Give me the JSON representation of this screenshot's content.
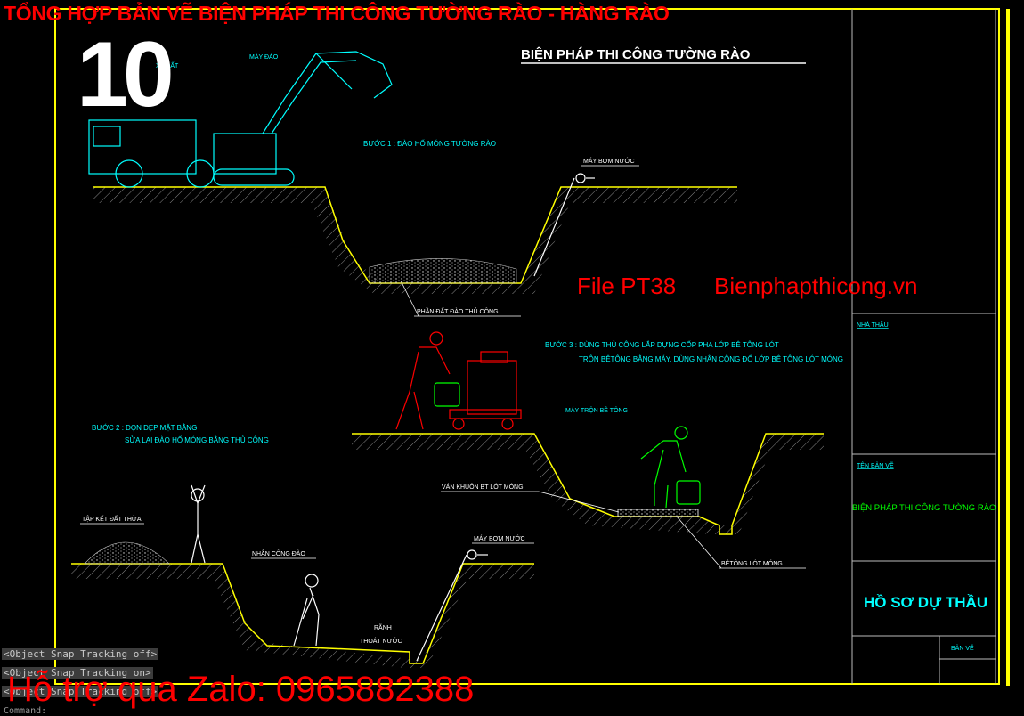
{
  "banner": {
    "title": "TỔNG HỢP BẢN VẼ BIỆN PHÁP THI CÔNG TƯỜNG RÀO - HÀNG RÀO",
    "number": "10",
    "file": "File PT38",
    "website": "Bienphapthicong.vn",
    "zalo": "Hỗ trợ qua Zalo: 0965882388"
  },
  "drawing": {
    "title": "BIỆN PHÁP THI CÔNG TƯỜNG RÀO",
    "labels": {
      "excavator": "MÁY ĐÀO",
      "dump_truck": "XE ĐẤT",
      "step1": "BƯỚC 1 : ĐÀO HỐ MÓNG TƯỜNG RÀO",
      "pump1": "MÁY BƠM NƯỚC",
      "manual_dig": "PHẦN ĐẤT ĐÀO THỦ CÔNG",
      "step3_line1": "BƯỚC 3 : DÙNG THỦ CÔNG LẮP DỰNG CỐP PHA LỚP BÊ TÔNG LÓT",
      "step3_line2": "TRỘN BÊTÔNG BẰNG MÁY, DÙNG NHÂN CÔNG ĐỔ LỚP BÊ TÔNG LÓT MÓNG",
      "mixer": "MÁY TRỘN BÊ TÔNG",
      "step2_line1": "BƯỚC 2 : DỌN DẸP MẶT BẰNG",
      "step2_line2": "SỬA LẠI ĐÀO HỐ MÓNG BẰNG THỦ CÔNG",
      "formwork": "VÁN KHUÔN BT LÓT MÓNG",
      "spoil": "TẬP KẾT ĐẤT THỪA",
      "worker": "NHÂN CÔNG ĐÀO",
      "pump2": "MÁY BƠM NƯỚC",
      "drain1": "RÃNH",
      "drain2": "THOÁT NƯỚC",
      "lean_concrete": "BÊTÔNG LÓT MÓNG"
    },
    "title_block": {
      "contractor": "NHÀ THẦU",
      "drawing_name_label": "TÊN BẢN VẼ",
      "drawing_name": "BIỆN PHÁP THI CÔNG TƯỜNG RÀO",
      "bid": "HỒ SƠ DỰ THẦU",
      "sheet": "BẢN VẼ"
    }
  },
  "command_line": {
    "line1": "<Object Snap Tracking off>",
    "line2": "<Object Snap Tracking on>",
    "line3": "<Object Snap Tracking off>",
    "line4": "Command:"
  },
  "colors": {
    "border": "#ffff00",
    "cyan": "#00ffff",
    "red": "#ff0000",
    "green": "#00ff00",
    "yellow": "#ffff00",
    "white": "#ffffff"
  }
}
